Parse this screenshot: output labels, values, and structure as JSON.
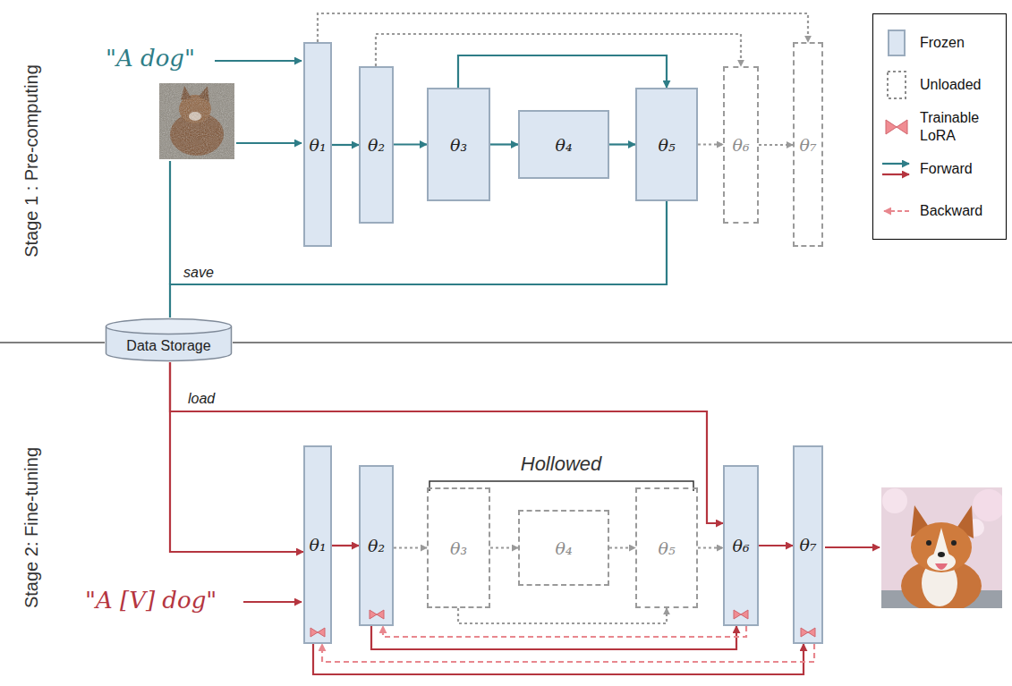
{
  "diagram": {
    "nodes": [
      {
        "text": [
          "θ₁"
        ]
      },
      {
        "text": [
          "θ₂"
        ]
      },
      {
        "text": [
          "θ₃"
        ]
      },
      {
        "text": [
          "θ₄"
        ]
      },
      {
        "text": [
          "θ₅"
        ]
      },
      {
        "text": [
          "θ₆"
        ]
      },
      {
        "text": [
          "θ₇"
        ]
      },
      {
        "text": [
          "Data Storage"
        ]
      },
      {
        "text": [
          "θ₁"
        ]
      },
      {
        "text": [
          "θ₂"
        ]
      },
      {
        "text": [
          "θ₃"
        ]
      },
      {
        "text": [
          "θ₄"
        ]
      },
      {
        "text": [
          "θ₅"
        ]
      },
      {
        "text": [
          "θ₆"
        ]
      },
      {
        "text": [
          "θ₇"
        ]
      }
    ],
    "edges": [
      {
        "from": 0,
        "to": 1,
        "arrow": "to"
      },
      {
        "from": 1,
        "to": 2,
        "arrow": "to"
      },
      {
        "from": 2,
        "to": 3,
        "arrow": "to"
      },
      {
        "from": 3,
        "to": 4,
        "arrow": "to"
      },
      {
        "from": 4,
        "to": 5,
        "arrow": "to"
      },
      {
        "from": 5,
        "to": 6,
        "arrow": "to"
      },
      {
        "from": 0,
        "to": 6,
        "arrow": "to"
      },
      {
        "from": 1,
        "to": 5,
        "arrow": "to"
      },
      {
        "from": 2,
        "to": 4,
        "arrow": "to"
      },
      {
        "from": 4,
        "to": 7,
        "label": "save",
        "arrow": "none"
      },
      {
        "from": 7,
        "to": 8,
        "arrow": "to"
      },
      {
        "from": 7,
        "to": 13,
        "label": "load",
        "arrow": "to"
      },
      {
        "from": 8,
        "to": 9,
        "arrow": "to"
      },
      {
        "from": 9,
        "to": 10,
        "arrow": "to"
      },
      {
        "from": 10,
        "to": 11,
        "arrow": "to"
      },
      {
        "from": 11,
        "to": 12,
        "arrow": "to"
      },
      {
        "from": 12,
        "to": 13,
        "arrow": "to"
      },
      {
        "from": 13,
        "to": 14,
        "arrow": "to"
      },
      {
        "from": 10,
        "to": 12,
        "arrow": "to"
      },
      {
        "from": 8,
        "to": 14,
        "arrow": "to"
      },
      {
        "from": 9,
        "to": 13,
        "arrow": "to"
      },
      {
        "from": 14,
        "to": 8,
        "arrow": "to"
      },
      {
        "from": 13,
        "to": 9,
        "arrow": "to"
      }
    ],
    "labels": [
      "Stage 1 : Pre-computing",
      "\"A dog\"",
      "Stage 2: Fine-tuning",
      "\"A [V] dog\"",
      "Hollowed"
    ],
    "legend": [
      {
        "text": "Frozen",
        "color": "#dce6f2"
      },
      {
        "text": "Unloaded"
      },
      {
        "text": "Trainable LoRA"
      },
      {
        "text": "Forward"
      },
      {
        "text": "Backward"
      }
    ]
  }
}
